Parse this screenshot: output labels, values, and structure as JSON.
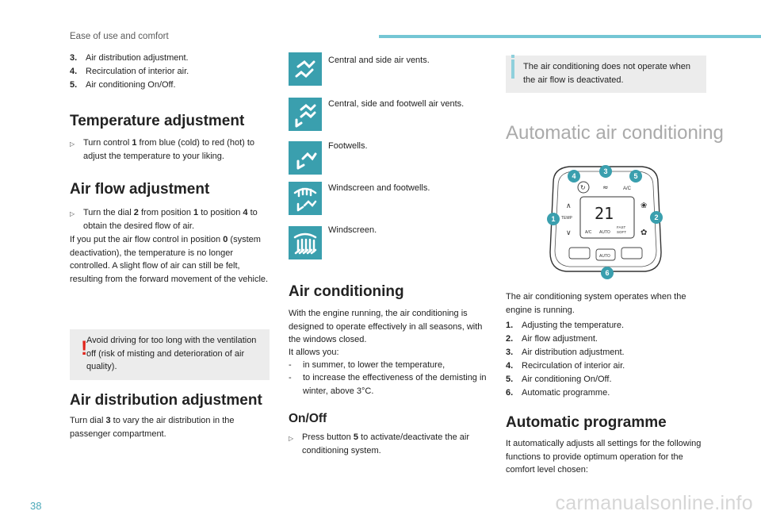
{
  "header": {
    "section": "Ease of use and comfort",
    "page": "38"
  },
  "col1": {
    "list": [
      {
        "num": "3.",
        "text": "Air distribution adjustment."
      },
      {
        "num": "4.",
        "text": "Recirculation of interior air."
      },
      {
        "num": "5.",
        "text": "Air conditioning On/Off."
      }
    ],
    "temp_heading": "Temperature adjustment",
    "temp_p": "Turn control 1 from blue (cold) to red (hot) to adjust the temperature to your liking.",
    "temp_p_pre": "Turn control ",
    "temp_p_bold": "1",
    "temp_p_post": " from blue (cold) to red (hot) to adjust the temperature to your liking.",
    "flow_heading": "Air flow adjustment",
    "flow_b1_pre": "Turn the dial ",
    "flow_b1_bold1": "2",
    "flow_b1_mid": " from position ",
    "flow_b1_bold2": "1",
    "flow_b1_mid2": " to position ",
    "flow_b1_bold3": "4",
    "flow_b1_post": " to obtain the desired flow of air.",
    "flow_p_pre": "If you put the air flow control in position ",
    "flow_p_bold": "0",
    "flow_p_post": " (system deactivation), the temperature is no longer controlled. A slight flow of air can still be felt, resulting from the forward movement of the vehicle.",
    "warning": "Avoid driving for too long with the ventilation off (risk of misting and deterioration of air quality).",
    "dist_heading": "Air distribution adjustment",
    "dist_p_pre": "Turn dial ",
    "dist_p_bold": "3",
    "dist_p_post": " to vary the air distribution in the passenger compartment."
  },
  "col2": {
    "modes": [
      {
        "icon": "central-side-vents-icon",
        "text": "Central and side air vents."
      },
      {
        "icon": "central-side-footwell-icon",
        "text": "Central, side and footwell air vents."
      },
      {
        "icon": "footwells-icon",
        "text": "Footwells."
      },
      {
        "icon": "windscreen-footwells-icon",
        "text": "Windscreen and footwells."
      },
      {
        "icon": "windscreen-icon",
        "text": "Windscreen."
      }
    ],
    "ac_heading": "Air conditioning",
    "ac_p": "With the engine running, the air conditioning is designed to operate effectively in all seasons, with the windows closed.",
    "ac_allows": "It allows you:",
    "ac_d1": "in summer, to lower the temperature,",
    "ac_d2": "to increase the effectiveness of the demisting in winter, above 3°C.",
    "onoff_heading": "On/Off",
    "onoff_pre": "Press button ",
    "onoff_bold": "5",
    "onoff_post": " to activate/deactivate the air conditioning system."
  },
  "col3": {
    "info": "The air conditioning does not operate when the air flow is deactivated.",
    "auto_heading": "Automatic air conditioning",
    "panel": {
      "temp_readout": "21",
      "labels": {
        "ac": "A/C",
        "temp": "TEMP",
        "auto": "AUTO",
        "fast": "FAST",
        "soft": "SOFT",
        "ac2": "A/C",
        "auto2": "AUTO"
      },
      "callouts": [
        "4",
        "3",
        "5",
        "1",
        "2",
        "6"
      ],
      "accent": "#3a9fae"
    },
    "system_p": "The air conditioning system operates when the engine is running.",
    "list": [
      {
        "num": "1.",
        "text": "Adjusting the temperature."
      },
      {
        "num": "2.",
        "text": "Air flow adjustment."
      },
      {
        "num": "3.",
        "text": "Air distribution adjustment."
      },
      {
        "num": "4.",
        "text": "Recirculation of interior air."
      },
      {
        "num": "5.",
        "text": "Air conditioning On/Off."
      },
      {
        "num": "6.",
        "text": "Automatic programme."
      }
    ],
    "prog_heading": "Automatic programme",
    "prog_p": "It automatically adjusts all settings for the following functions to provide optimum operation for the comfort level chosen:"
  },
  "footer": {
    "watermark": "carmanualsonline.info"
  },
  "colors": {
    "accent": "#3a9fae",
    "bar": "#74c6d4",
    "warning": "#e0241b",
    "box": "#ececec"
  }
}
